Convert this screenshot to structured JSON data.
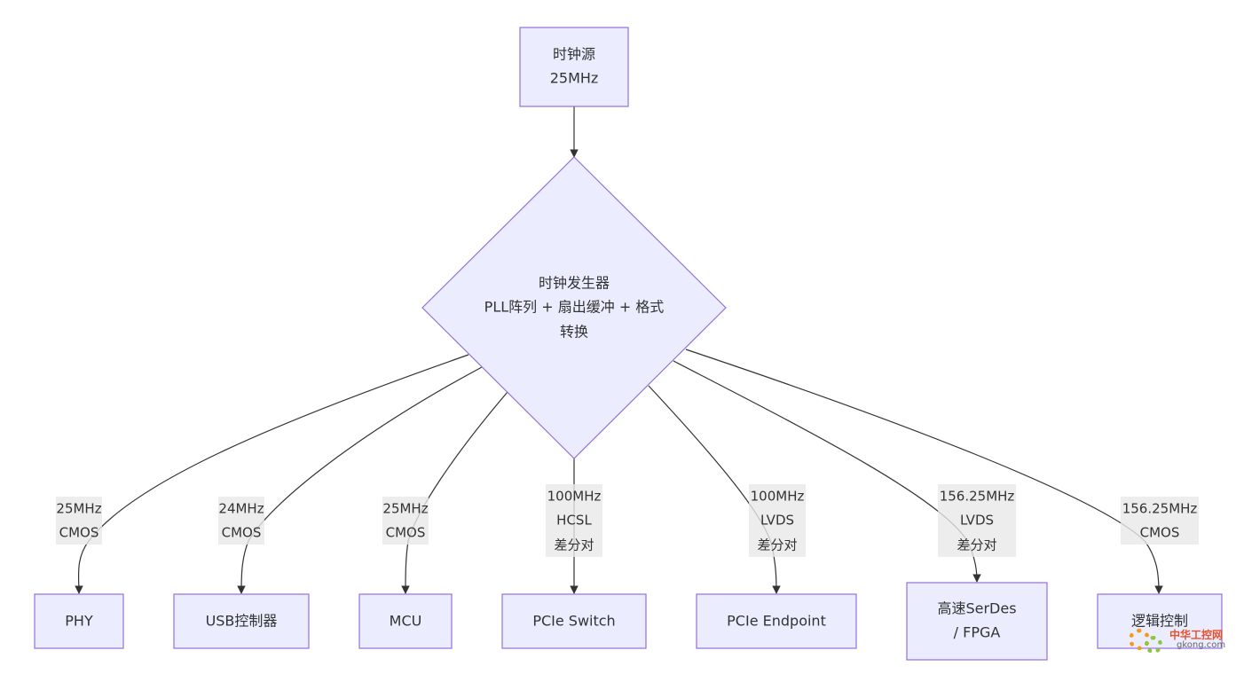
{
  "diagram": {
    "source": {
      "line1": "时钟源",
      "line2": "25MHz"
    },
    "generator": {
      "line1": "时钟发生器",
      "line2": "PLL阵列 + 扇出缓冲 + 格式",
      "line3": "转换"
    },
    "outputs": [
      {
        "label_lines": [
          "25MHz",
          "CMOS"
        ],
        "target_lines": [
          "PHY"
        ]
      },
      {
        "label_lines": [
          "24MHz",
          "CMOS"
        ],
        "target_lines": [
          "USB控制器"
        ]
      },
      {
        "label_lines": [
          "25MHz",
          "CMOS"
        ],
        "target_lines": [
          "MCU"
        ]
      },
      {
        "label_lines": [
          "100MHz",
          "HCSL",
          "差分对"
        ],
        "target_lines": [
          "PCIe Switch"
        ]
      },
      {
        "label_lines": [
          "100MHz",
          "LVDS",
          "差分对"
        ],
        "target_lines": [
          "PCIe Endpoint"
        ]
      },
      {
        "label_lines": [
          "156.25MHz",
          "LVDS",
          "差分对"
        ],
        "target_lines": [
          "高速SerDes",
          "/ FPGA"
        ]
      },
      {
        "label_lines": [
          "156.25MHz",
          "CMOS"
        ],
        "target_lines": [
          "逻辑控制"
        ]
      }
    ],
    "colors": {
      "node_fill": "#ECECFF",
      "node_stroke": "#9370DB",
      "edge": "#333333",
      "label_bg": "#e8e8e8"
    }
  },
  "watermark": {
    "site_name": "中华工控网",
    "domain": "gkong.com"
  }
}
